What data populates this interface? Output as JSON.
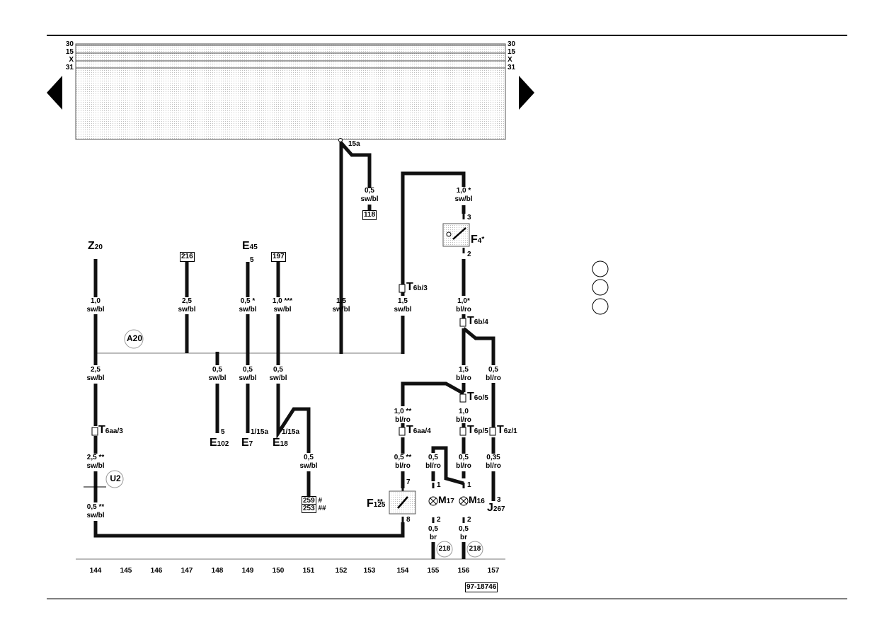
{
  "rails": {
    "left": [
      "30",
      "15",
      "X",
      "31"
    ],
    "right": [
      "30",
      "15",
      "X",
      "31"
    ]
  },
  "terminal_15a": "15a",
  "nav": {
    "prev_icon": "triangle-left-icon",
    "next_icon": "triangle-right-icon"
  },
  "components": {
    "z20": "Z",
    "z20_sub": "20",
    "e45": "E",
    "e45_sub": "45",
    "e45_pin": "5",
    "ref216": "216",
    "ref197": "197",
    "ref118": "118",
    "a20": "A20",
    "u2": "U2",
    "e102": "E",
    "e102_sub": "102",
    "e102_pin": "5",
    "e7": "E",
    "e7_sub": "7",
    "e7_pin": "1/15a",
    "e18": "E",
    "e18_sub": "18",
    "e18_pin": "1/15a",
    "ref259": "259",
    "ref259_mark": "#",
    "ref253": "253",
    "ref253_mark": "##",
    "f4": "F",
    "f4_sub": "4",
    "f4_mark": "*",
    "f4_pin3": "3",
    "f4_pin2": "2",
    "f125": "F",
    "f125_sub": "125",
    "f125_mark": "**",
    "f125_pin7": "7",
    "f125_pin8": "8",
    "m17": "M",
    "m17_sub": "17",
    "m17_pin1": "1",
    "m17_pin2": "2",
    "m16": "M",
    "m16_sub": "16",
    "m16_pin1": "1",
    "m16_pin2": "2",
    "j267": "J",
    "j267_sub": "267",
    "j267_pin": "3",
    "ref218a": "218",
    "ref218b": "218",
    "doc_id": "97-18746"
  },
  "connectors": {
    "t6b3": "T",
    "t6b3_sub": "6b/3",
    "t6b4": "T",
    "t6b4_sub": "6b/4",
    "t6o5": "T",
    "t6o5_sub": "6o/5",
    "t6aa3": "T",
    "t6aa3_sub": "6aa/3",
    "t6aa4": "T",
    "t6aa4_sub": "6aa/4",
    "t6p5": "T",
    "t6p5_sub": "6p/5",
    "t6z1": "T",
    "t6z1_sub": "6z/1"
  },
  "wires": {
    "w118": [
      "0,5",
      "sw/bl"
    ],
    "wF4top": [
      "1,0 *",
      "sw/bl"
    ],
    "w144a": [
      "1,0",
      "sw/bl"
    ],
    "w147": [
      "2,5",
      "sw/bl"
    ],
    "w149a": [
      "0,5 *",
      "sw/bl"
    ],
    "w150a": [
      "1,0 ***",
      "sw/bl"
    ],
    "w152": [
      "1,5",
      "sw/bl"
    ],
    "w154a": [
      "1,5",
      "sw/bl"
    ],
    "w156a": [
      "1,0*",
      "bl/ro"
    ],
    "w144b": [
      "2,5",
      "sw/bl"
    ],
    "w148": [
      "0,5",
      "sw/bl"
    ],
    "w149b": [
      "0,5",
      "sw/bl"
    ],
    "w150b": [
      "0,5",
      "sw/bl"
    ],
    "w156b": [
      "1,5",
      "bl/ro"
    ],
    "w157a": [
      "0,5",
      "bl/ro"
    ],
    "w154b": [
      "1,0 **",
      "bl/ro"
    ],
    "w156c": [
      "1,0",
      "bl/ro"
    ],
    "w151": [
      "0,5",
      "sw/bl"
    ],
    "w144c": [
      "2,5 **",
      "sw/bl"
    ],
    "w154c": [
      "0,5 **",
      "bl/ro"
    ],
    "w155a": [
      "0,5",
      "bl/ro"
    ],
    "w156d": [
      "0,5",
      "bl/ro"
    ],
    "w157b": [
      "0,35",
      "bl/ro"
    ],
    "w144d": [
      "0,5 **",
      "sw/bl"
    ],
    "w155b": [
      "0,5",
      "br"
    ],
    "w156e": [
      "0,5",
      "br"
    ]
  },
  "track_numbers": [
    "144",
    "145",
    "146",
    "147",
    "148",
    "149",
    "150",
    "151",
    "152",
    "153",
    "154",
    "155",
    "156",
    "157"
  ]
}
